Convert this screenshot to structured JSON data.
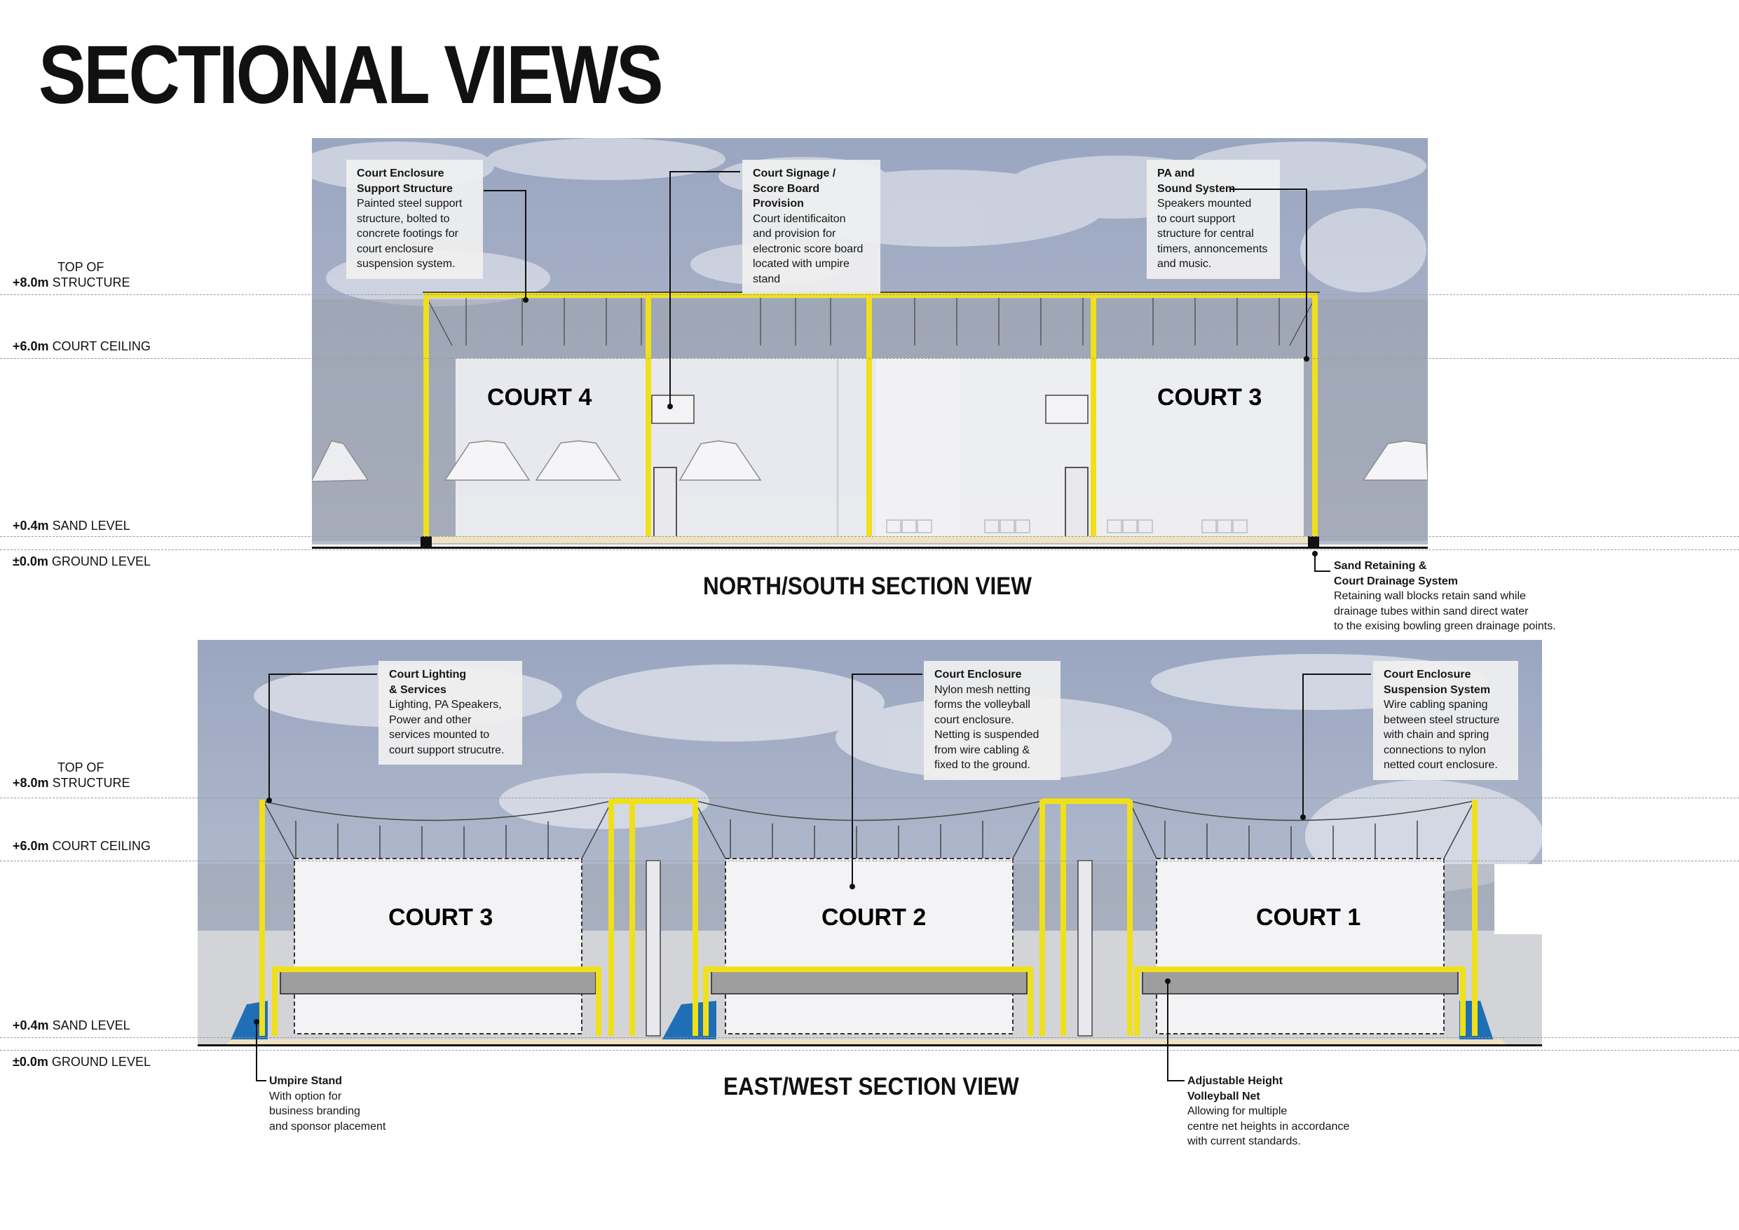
{
  "title": "SECTIONAL VIEWS",
  "ns_section": {
    "title": "NORTH/SOUTH SECTION VIEW",
    "courts": [
      "COURT 4",
      "COURT 3"
    ],
    "callouts": [
      {
        "title": "Court Enclosure Support Structure",
        "title_lines": [
          "Court Enclosure",
          "Support Structure"
        ],
        "body": [
          "Painted steel support",
          "structure, bolted to",
          "concrete footings for",
          "court enclosure",
          "suspension system."
        ]
      },
      {
        "title": "Court Signage / Score Board Provision",
        "title_lines": [
          "Court Signage /",
          "Score Board Provision"
        ],
        "body": [
          "Court identificaiton",
          "and provision for",
          "electronic score board",
          "located with umpire",
          "stand"
        ]
      },
      {
        "title": "PA and Sound System",
        "title_lines": [
          "PA and",
          "Sound System"
        ],
        "body": [
          "Speakers mounted",
          "to court support",
          "structure for central",
          "timers, annoncements",
          "and music."
        ]
      },
      {
        "title": "Sand Retaining & Court Drainage System",
        "title_lines": [
          "Sand Retaining &",
          "Court Drainage System"
        ],
        "body": [
          "Retaining wall blocks retain sand while",
          "drainage tubes within sand direct water",
          "to the exising bowling green drainage points."
        ]
      }
    ]
  },
  "ew_section": {
    "title": "EAST/WEST SECTION VIEW",
    "courts": [
      "COURT 3",
      "COURT 2",
      "COURT 1"
    ],
    "callouts": [
      {
        "title": "Court Lighting & Services",
        "title_lines": [
          "Court Lighting",
          "& Services"
        ],
        "body": [
          "Lighting, PA Speakers,",
          "Power and other",
          "services mounted to",
          "court support strucutre."
        ]
      },
      {
        "title": "Court Enclosure",
        "title_lines": [
          "Court Enclosure"
        ],
        "body": [
          "Nylon mesh netting",
          "forms the volleyball",
          "court enclosure.",
          "Netting is suspended",
          "from wire cabling &",
          "fixed to the ground."
        ]
      },
      {
        "title": "Court Enclosure Suspension System",
        "title_lines": [
          "Court Enclosure",
          "Suspension System"
        ],
        "body": [
          "Wire cabling spaning",
          "between steel structure",
          "with chain and spring",
          "connections to nylon",
          "netted court enclosure."
        ]
      },
      {
        "title": "Umpire Stand",
        "title_lines": [
          "Umpire Stand"
        ],
        "body": [
          "With option for",
          "business branding",
          "and sponsor placement"
        ]
      },
      {
        "title": "Adjustable Height Volleyball Net",
        "title_lines": [
          "Adjustable Height",
          "Volleyball Net"
        ],
        "body": [
          "Allowing for multiple",
          "centre net heights in accordance",
          "with current standards."
        ]
      }
    ]
  },
  "levels": [
    {
      "value": "+8.0m",
      "top_line": "TOP OF",
      "label": "STRUCTURE"
    },
    {
      "value": "+6.0m",
      "label": "COURT CEILING"
    },
    {
      "value": "+0.4m",
      "label": "SAND LEVEL"
    },
    {
      "value": "±0.0m",
      "label": "GROUND LEVEL"
    }
  ],
  "colors": {
    "steel": "#f2e41a",
    "sky": "#a3aec6",
    "sand": "#efe2bf",
    "enclosure": "#f2f2f4",
    "drainage_blue": "#1c6fb8",
    "net": "#9e9e9e"
  }
}
